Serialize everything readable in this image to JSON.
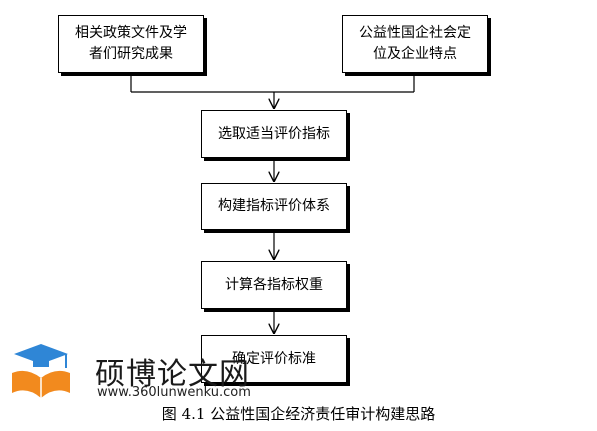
{
  "diagram": {
    "top_left_box": [
      "相关政策文件及学",
      "者们研究成果"
    ],
    "top_right_box": [
      "公益性国企社会定",
      "位及企业特点"
    ],
    "steps": [
      "选取适当评价指标",
      "构建指标评价体系",
      "计算各指标权重",
      "确定评价标准"
    ]
  },
  "watermark": {
    "name": "硕博论文网",
    "url": "www.360lunwenku.com"
  },
  "caption": "图 4.1  公益性国企经济责任审计构建思路"
}
